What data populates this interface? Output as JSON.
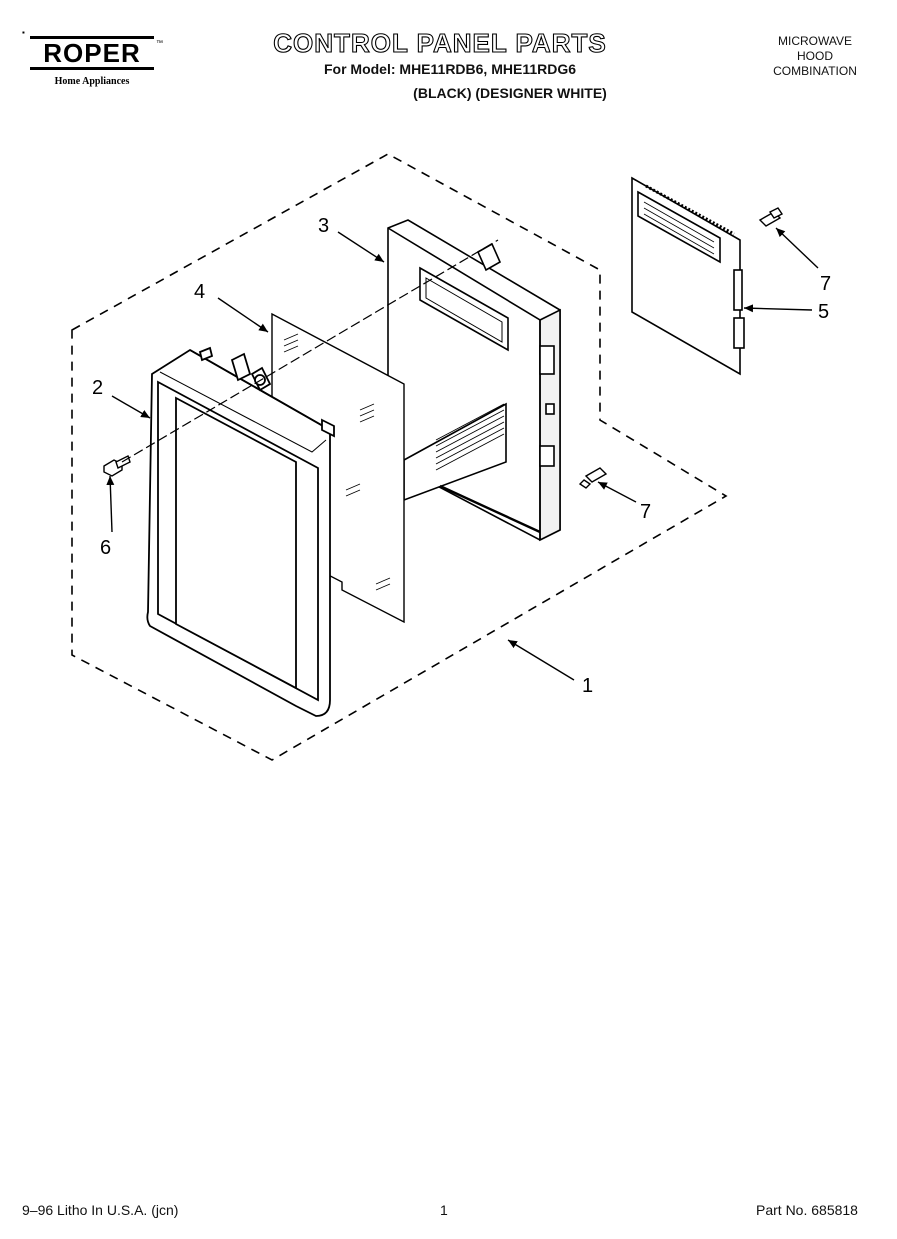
{
  "header": {
    "brand": "ROPER",
    "brand_tagline": "Home Appliances",
    "trademark": "™",
    "title": "CONTROL PANEL PARTS",
    "model_line": "For Model: MHE11RDB6, MHE11RDG6",
    "color_line": "(BLACK)  (DESIGNER WHITE)",
    "product_type": [
      "MICROWAVE",
      "HOOD",
      "COMBINATION"
    ]
  },
  "callouts": [
    {
      "id": "1",
      "label": "1"
    },
    {
      "id": "2",
      "label": "2"
    },
    {
      "id": "3",
      "label": "3"
    },
    {
      "id": "4",
      "label": "4"
    },
    {
      "id": "5",
      "label": "5"
    },
    {
      "id": "6",
      "label": "6"
    },
    {
      "id": "7a",
      "label": "7"
    },
    {
      "id": "7b",
      "label": "7"
    }
  ],
  "footer": {
    "print_info": "9–96 Litho In U.S.A. (jcn)",
    "page_number": "1",
    "part_number": "Part No. 685818"
  }
}
